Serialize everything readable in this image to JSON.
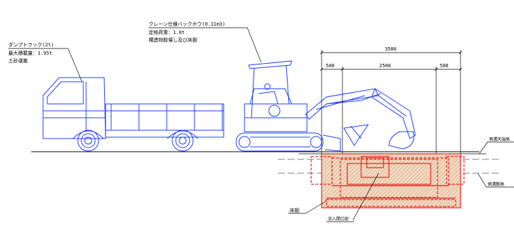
{
  "truck": {
    "name": "ダンプトラック(2t)",
    "capacity": "最大積載量：1.95t",
    "purpose": "土砂運搬"
  },
  "backhoe": {
    "name": "クレーン仕様バックホウ(0.11m3)",
    "load": "定格荷重：1.0t",
    "purpose": "構造物取壊し及び床掘"
  },
  "dimensions": {
    "overall": "3500",
    "left": "500",
    "middle": "2500",
    "right": "500"
  },
  "labels": {
    "ditch_top": "側溝天端高",
    "ditch_bottom": "側溝敷高",
    "excavation": "床掘",
    "inlet": "流入開口部"
  },
  "colors": {
    "machine_line": "#1e3cff",
    "excavation_line": "#e8231e",
    "excavation_hatch": "#c9a064",
    "ground": "#000000"
  }
}
